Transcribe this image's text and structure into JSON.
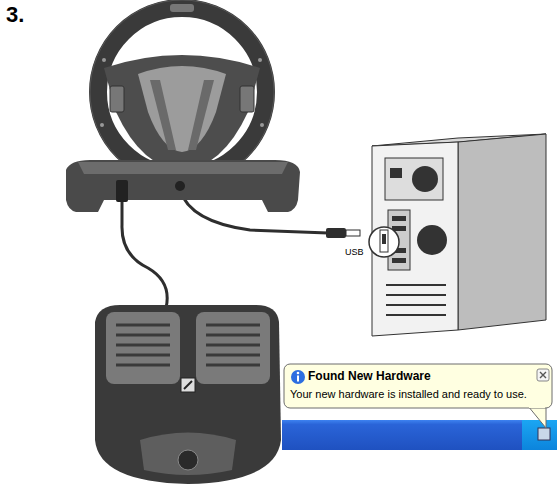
{
  "diagram": {
    "title": "3.",
    "nodes": [
      {
        "text": [
          "Found New Hardware",
          "Your new hardware is installed and ready to use."
        ]
      }
    ],
    "labels": [
      "USB"
    ]
  }
}
